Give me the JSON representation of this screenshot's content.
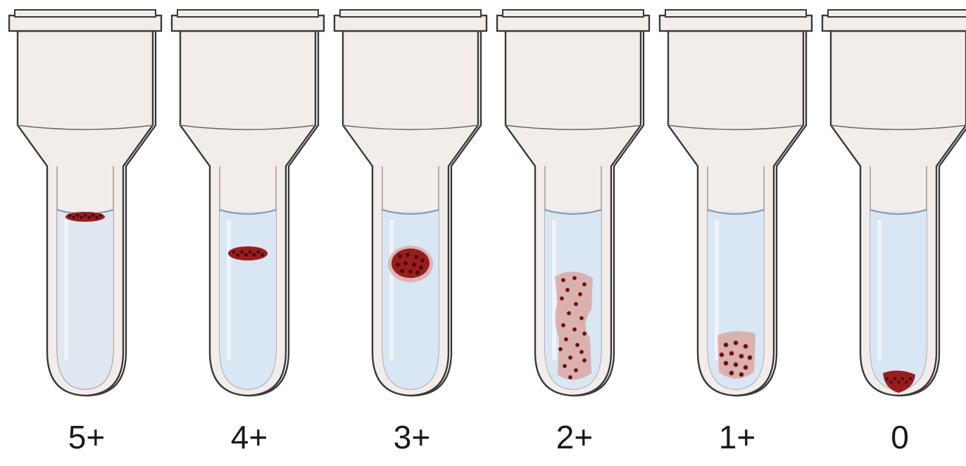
{
  "tubes": [
    {
      "label": "5+",
      "reaction": "solid-band-at-top"
    },
    {
      "label": "4+",
      "reaction": "compact-band-upper"
    },
    {
      "label": "3+",
      "reaction": "clump-cluster-upper"
    },
    {
      "label": "2+",
      "reaction": "dispersed-agglutinates"
    },
    {
      "label": "1+",
      "reaction": "agglutinates-near-bottom"
    },
    {
      "label": "0",
      "reaction": "pellet-at-bottom"
    }
  ],
  "colors": {
    "tube_body": "#f2ecea",
    "tube_outline": "#3a3a3a",
    "liquid": "#d9e6f3",
    "meniscus": "#7f97b4",
    "cells": "#9b1c1c",
    "cell_halo": "#d9958a",
    "dots": "#3b0d0d"
  }
}
